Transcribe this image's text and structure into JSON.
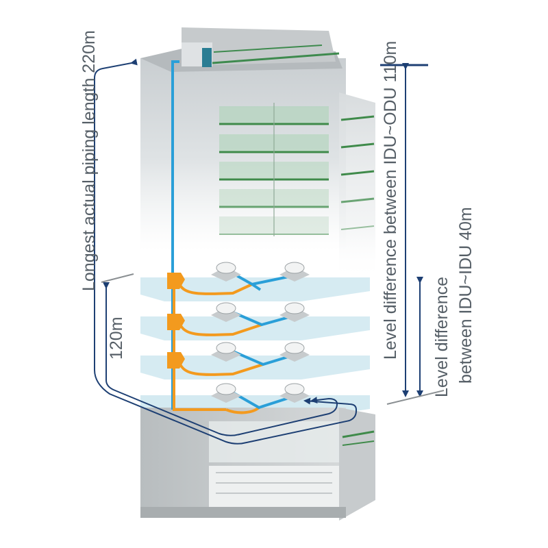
{
  "labels": {
    "longest_piping": "Longest actual piping length 220m",
    "odu_to_first_idu": "120m",
    "idu_odu_level": "Level difference between IDU~ODU 110m",
    "idu_idu_level_line1": "Level difference",
    "idu_idu_level_line2": "between IDU~IDU 40m"
  },
  "colors": {
    "refrigerant_pipe": "#2a9fd8",
    "branch_pipe": "#f39a1e",
    "dimension_line": "#1d3f73",
    "floor_slab": "#cfe8f0",
    "label_text": "#555e66"
  },
  "icons": {
    "indoor_unit": "ceiling-cassette-icon",
    "outdoor_unit": "outdoor-unit-icon",
    "branch_joint": "refnet-joint-icon"
  }
}
